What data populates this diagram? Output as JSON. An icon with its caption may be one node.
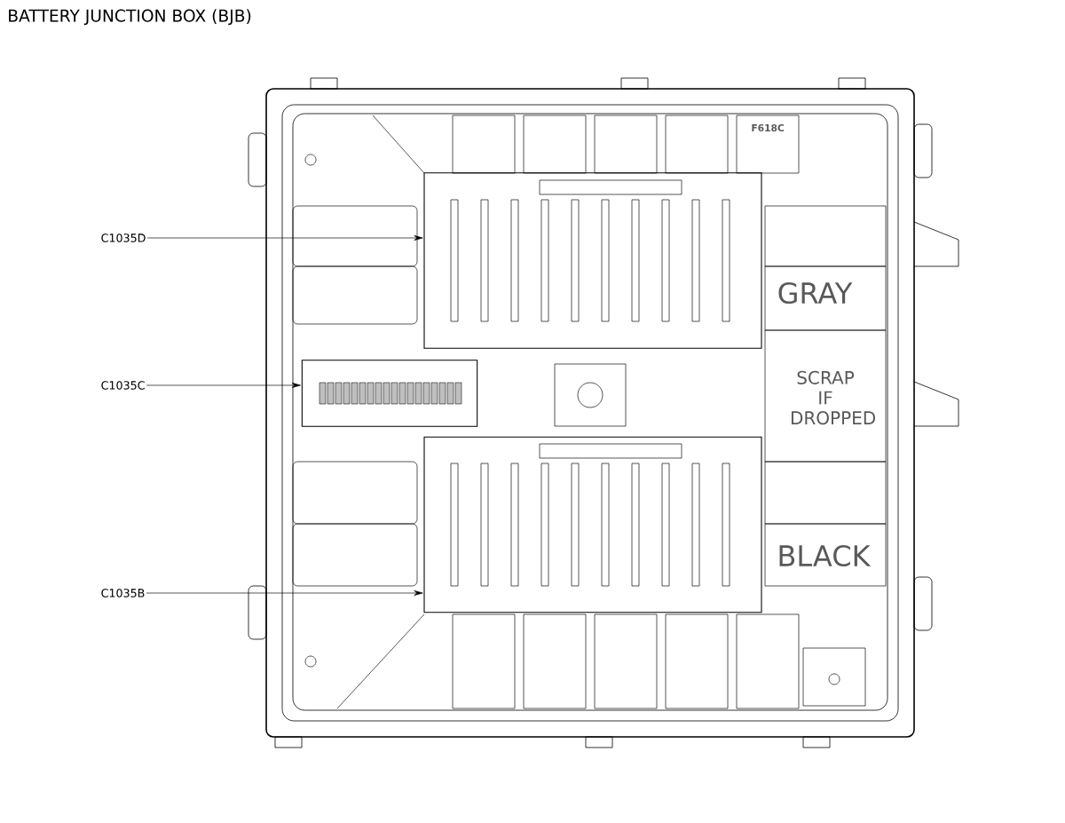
{
  "diagram": {
    "title": "BATTERY JUNCTION BOX (BJB)",
    "nodes": [
      {
        "text": [
          "C1035D"
        ]
      },
      {
        "text": [
          "C1035C"
        ]
      },
      {
        "text": [
          "C1035B"
        ]
      },
      {
        "text": [],
        "shape": "box"
      },
      {
        "text": [],
        "shape": "box"
      },
      {
        "text": [],
        "shape": "box"
      }
    ],
    "edges": [
      {
        "from": 0,
        "to": 3,
        "arrow": "to"
      },
      {
        "from": 1,
        "to": 4,
        "arrow": "to"
      },
      {
        "from": 2,
        "to": 5,
        "arrow": "to"
      }
    ],
    "labels": [
      "F618C",
      "GRAY",
      "SCRAP IF DROPPED",
      "BLACK"
    ]
  }
}
